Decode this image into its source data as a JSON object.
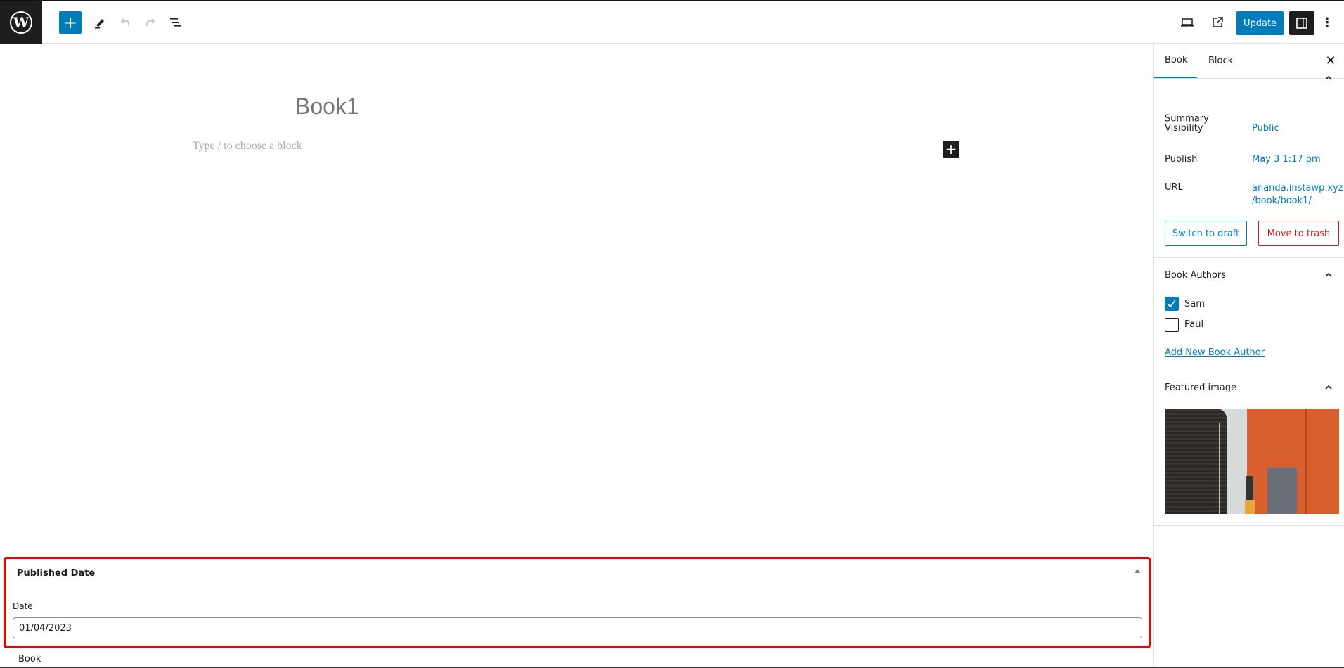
{
  "toolbar": {
    "logo": "W",
    "update_label": "Update",
    "colors": {
      "accent": "#007cba",
      "dark": "#1e1e1e"
    }
  },
  "editor": {
    "title": "Book1",
    "block_placeholder": "Type / to choose a block"
  },
  "sidebar": {
    "tabs": [
      {
        "label": "Book",
        "active": true
      },
      {
        "label": "Block",
        "active": false
      }
    ],
    "summary": {
      "title": "Summary",
      "rows": [
        {
          "label": "Visibility",
          "value": "Public"
        },
        {
          "label": "Publish",
          "value": "May 3 1:17 pm"
        },
        {
          "label": "URL",
          "value": "ananda.instawp.xyz",
          "value2": "/book/book1/"
        }
      ],
      "switch_draft": "Switch to draft",
      "move_trash": "Move to trash"
    },
    "authors": {
      "title": "Book Authors",
      "items": [
        {
          "label": "Sam",
          "checked": true
        },
        {
          "label": "Paul",
          "checked": false
        }
      ],
      "add_link": "Add New Book Author"
    },
    "featured": {
      "title": "Featured image"
    }
  },
  "metabox": {
    "title": "Published Date",
    "field_label": "Date",
    "field_value": "01/04/2023"
  },
  "footer": {
    "breadcrumb": "Book"
  }
}
